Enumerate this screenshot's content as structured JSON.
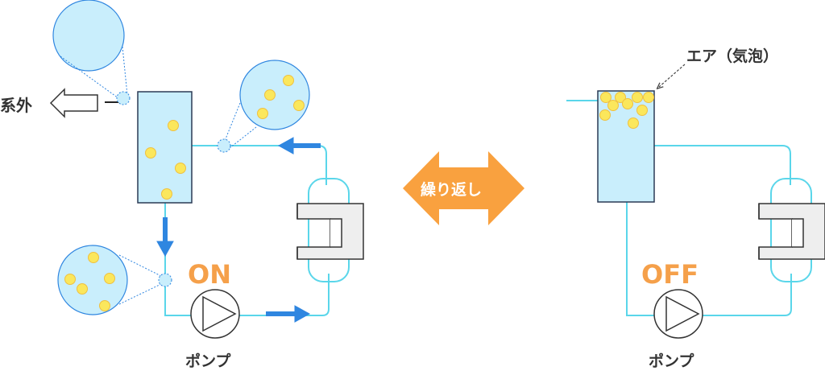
{
  "left": {
    "discharge_label": "系外",
    "pump_state": "ON",
    "pump_label": "ポンプ"
  },
  "center": {
    "repeat_label": "繰り返し"
  },
  "right": {
    "air_label": "エア（気泡）",
    "pump_state": "OFF",
    "pump_label": "ポンプ"
  },
  "colors": {
    "pipe": "#5ad6ea",
    "tank_fill": "#c9eefc",
    "bubble": "#fbe75c",
    "flow_arrow": "#2f86e0",
    "state_text": "#f5a04a",
    "repeat_arrow": "#f9a13f"
  }
}
